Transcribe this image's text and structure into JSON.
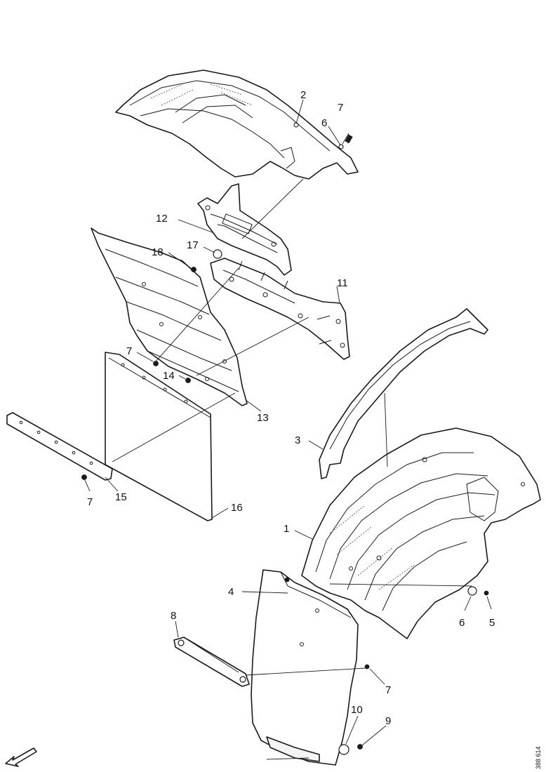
{
  "callouts": {
    "c1": "1",
    "c2": "2",
    "c3": "3",
    "c4": "4",
    "c5": "5",
    "c6a": "6",
    "c6b": "6",
    "c7a": "7",
    "c7b": "7",
    "c7c": "7",
    "c7d": "7",
    "c8": "8",
    "c9": "9",
    "c10": "10",
    "c11": "11",
    "c12": "12",
    "c13": "13",
    "c14": "14",
    "c15": "15",
    "c16": "16",
    "c17": "17",
    "c18": "18"
  },
  "reference_code": "388 614"
}
